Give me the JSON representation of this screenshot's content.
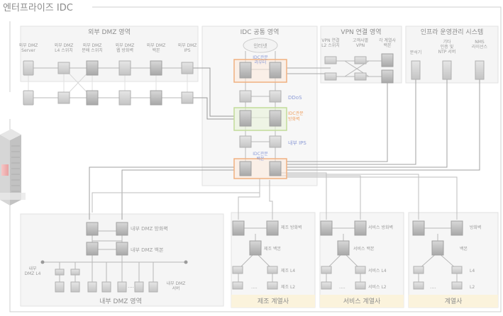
{
  "title": "엔터프라이즈 IDC",
  "zones": {
    "external_dmz": "외부 DMZ 영역",
    "idc_common": "IDC 공통 영역",
    "vpn": "VPN 연결 영역",
    "infra": "인프라 운영관리 시스템",
    "internal_dmz": "내부 DMZ 영역",
    "mfg": "제조 계열사",
    "svc": "서비스 계열사",
    "aff": "계열사"
  },
  "ext_dmz_labels": [
    [
      "외부 DMZ",
      "Server"
    ],
    [
      "외부 DMZ",
      "L4 스위치"
    ],
    [
      "외부 DMZ",
      "분배 스위치"
    ],
    [
      "외부 DMZ",
      "웹 방화벽"
    ],
    [
      "외부 DMZ",
      "백본"
    ],
    [
      "외부 DMZ",
      "IPS"
    ]
  ],
  "idc": {
    "internet": "인터넷",
    "router": [
      "IDC관문",
      "라우터"
    ],
    "ddos": "DDoS",
    "firewall": [
      "IDC관문",
      "방화벽"
    ],
    "ips": "내부 IPS",
    "backbone": [
      "IDC관문",
      "백본"
    ]
  },
  "vpn_labels": [
    [
      "VPN 연결",
      "L2 스위치"
    ],
    [
      "고객사별",
      "VPN"
    ],
    [
      "각 계열사",
      "백본"
    ]
  ],
  "infra_labels": [
    [
      "분석기"
    ],
    [
      "기타",
      "인증 및",
      "NTP 서버"
    ],
    [
      "NMS",
      "라이선스"
    ]
  ],
  "internal": {
    "firewall": "내부 DMZ 방화벽",
    "backbone": "내부 DMZ 백본",
    "l4": [
      "내부",
      "DMZ L4"
    ],
    "server": [
      "내부 DMZ",
      "서버"
    ],
    "dots": "...."
  },
  "mfg": {
    "fw": "제조 방화벽",
    "bb": "제조 백본",
    "l4": "제조 L4",
    "l2": "제조 L2",
    "dots": "...."
  },
  "svc": {
    "fw": "서비스 방화벽",
    "bb": "서비스 백본",
    "l4": "서비스 L4",
    "l2": "서비스 L2",
    "dots": "...."
  },
  "aff": {
    "fw": "방화벽",
    "bb": "백본",
    "l4": "L4",
    "l2": "L2",
    "dots": "...."
  }
}
